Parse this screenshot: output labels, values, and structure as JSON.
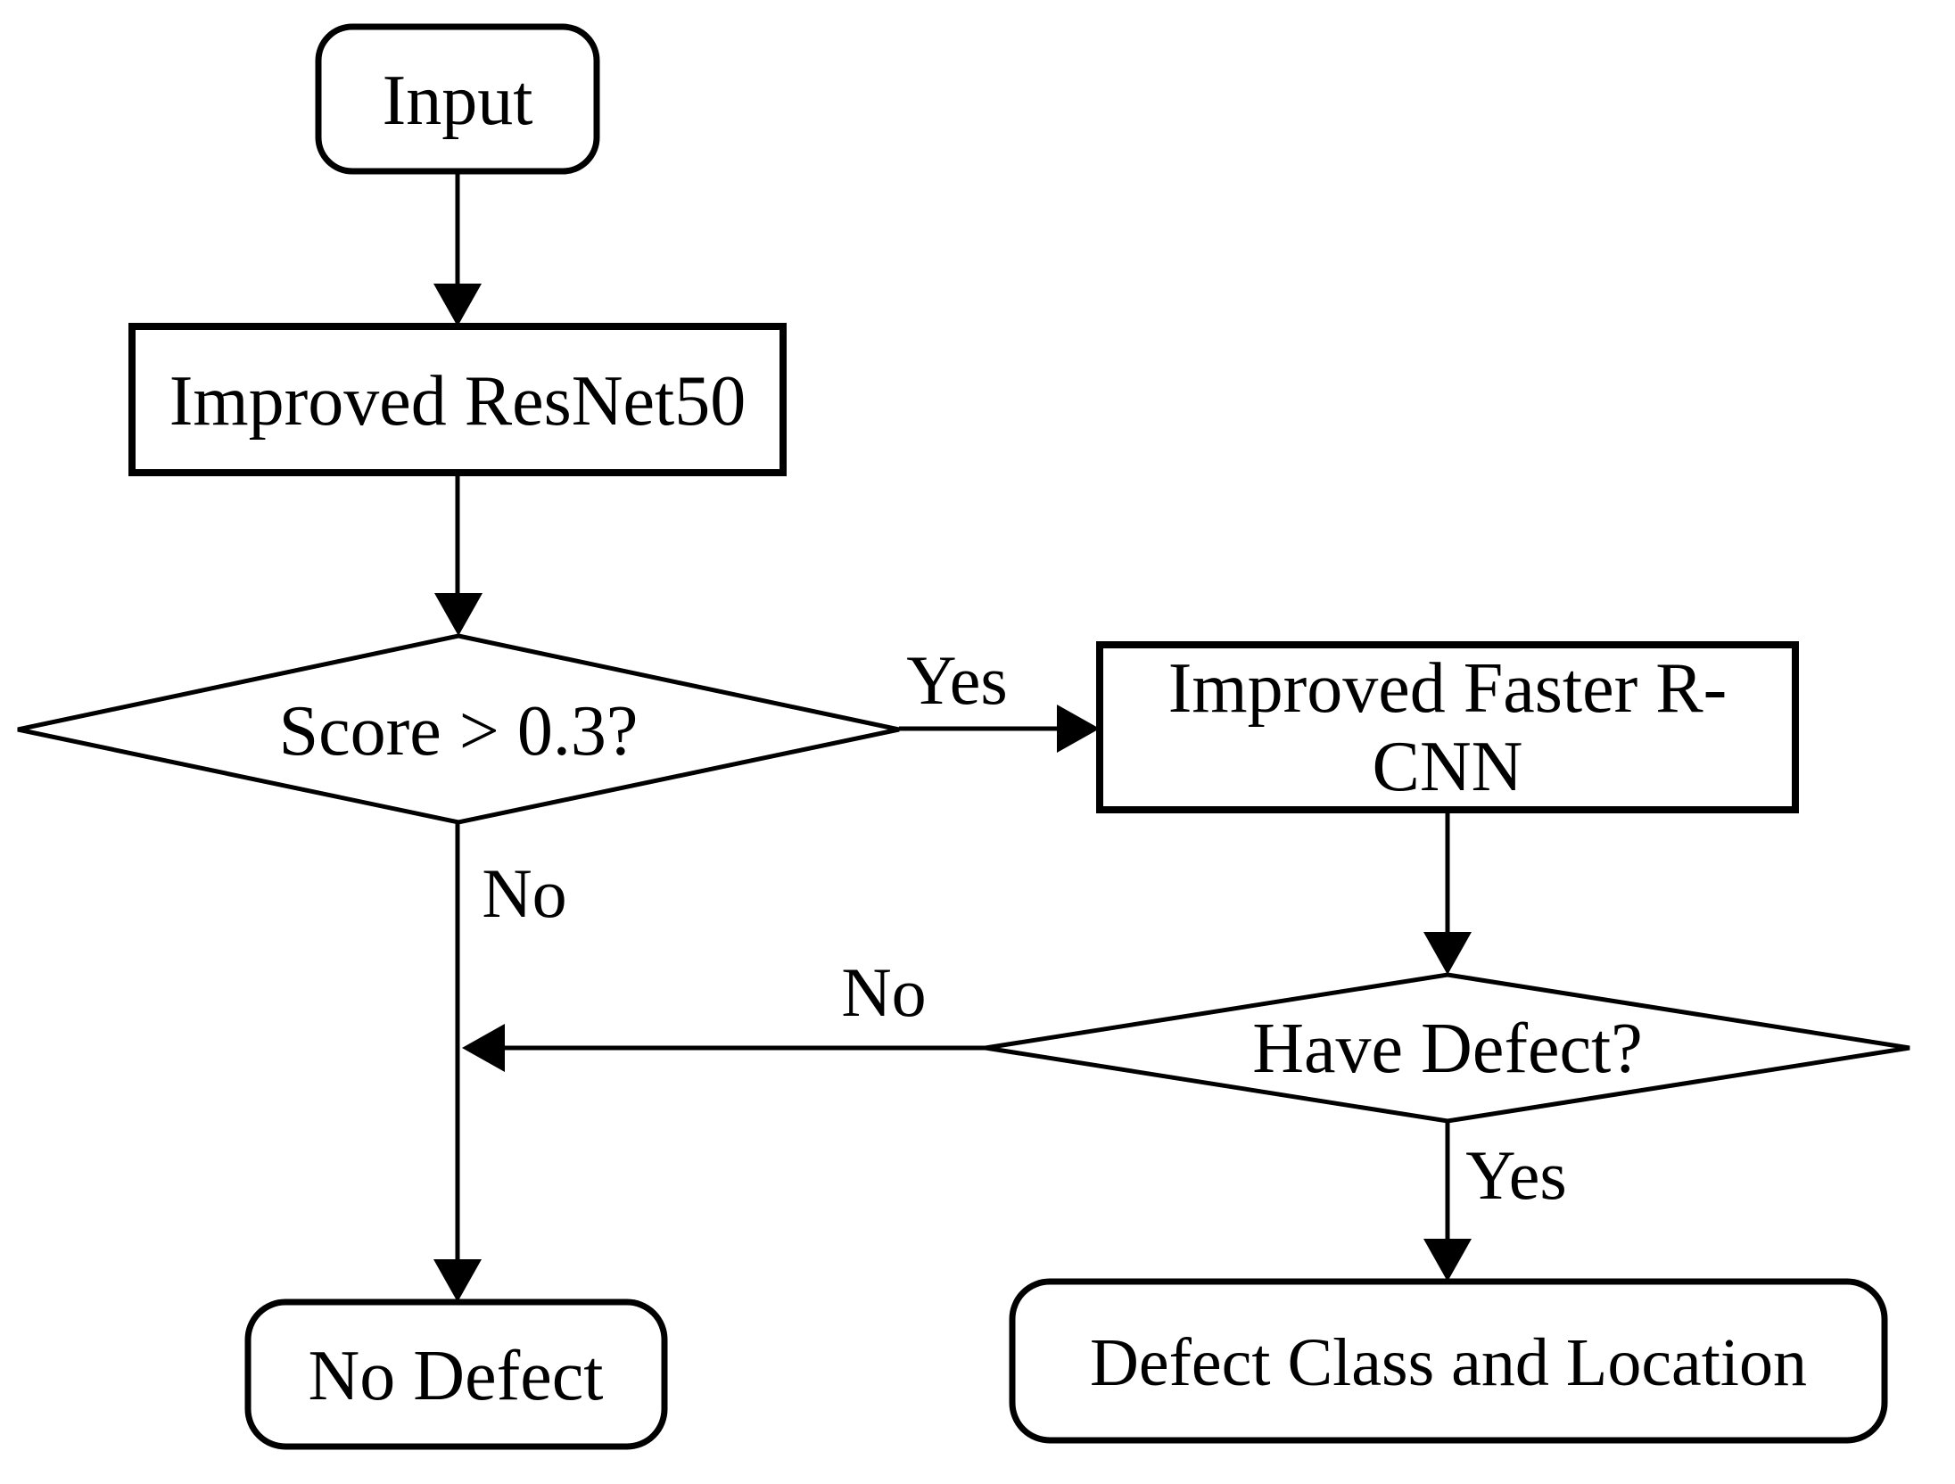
{
  "diagram_type": "flowchart",
  "colors": {
    "background": "#ffffff",
    "node_fill": "#ffffff",
    "stroke": "#000000",
    "text": "#000000"
  },
  "nodes": {
    "input": {
      "shape": "rounded-rectangle",
      "label": "Input"
    },
    "resnet": {
      "shape": "rectangle",
      "label": "Improved ResNet50"
    },
    "score": {
      "shape": "diamond",
      "label": "Score > 0.3?"
    },
    "frcnn": {
      "shape": "rectangle",
      "label": "Improved Faster R-CNN",
      "line1": "Improved Faster R-",
      "line2": "CNN"
    },
    "have_defect": {
      "shape": "diamond",
      "label": "Have Defect?"
    },
    "no_defect": {
      "shape": "rounded-rectangle",
      "label": "No Defect"
    },
    "defect_class": {
      "shape": "rounded-rectangle",
      "label": "Defect Class and Location"
    }
  },
  "edge_labels": {
    "score_yes": "Yes",
    "score_no": "No",
    "have_defect_no": "No",
    "have_defect_yes": "Yes"
  },
  "edges": [
    {
      "from": "input",
      "to": "resnet",
      "label": ""
    },
    {
      "from": "resnet",
      "to": "score",
      "label": ""
    },
    {
      "from": "score",
      "to": "frcnn",
      "label": "Yes"
    },
    {
      "from": "score",
      "to": "no_defect",
      "label": "No"
    },
    {
      "from": "frcnn",
      "to": "have_defect",
      "label": ""
    },
    {
      "from": "have_defect",
      "to": "score_no_branch",
      "label": "No"
    },
    {
      "from": "have_defect",
      "to": "defect_class",
      "label": "Yes"
    }
  ]
}
